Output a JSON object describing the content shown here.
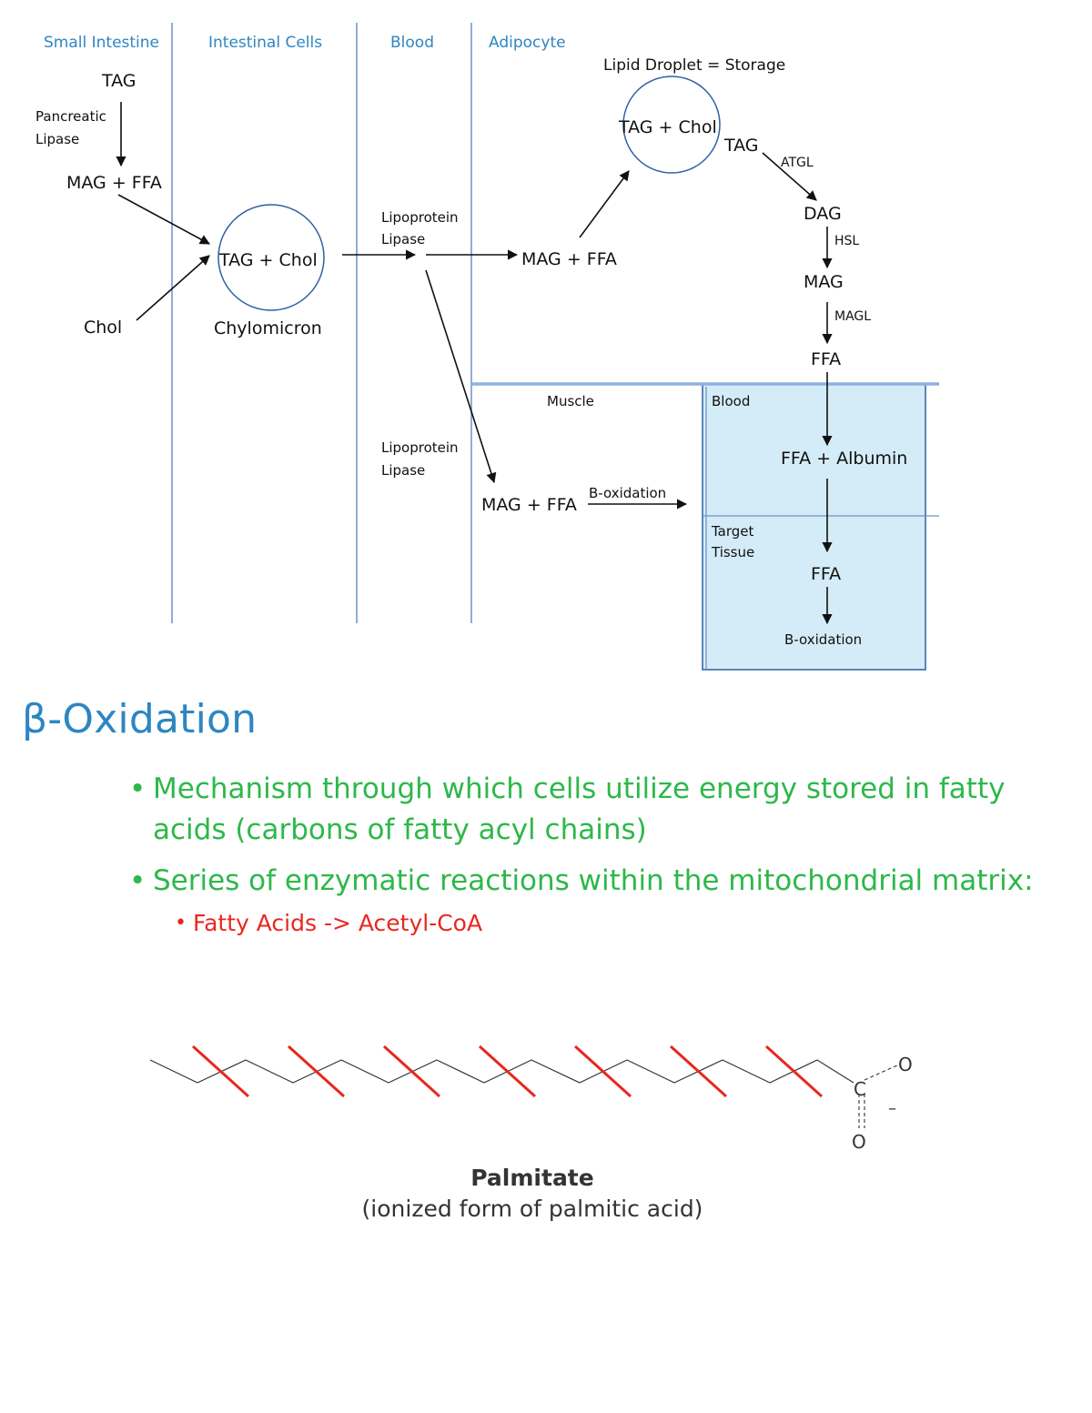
{
  "diagram": {
    "columns": [
      "Small Intestine",
      "Intestinal Cells",
      "Blood",
      "Adipocyte"
    ],
    "small_intestine": {
      "tag": "TAG",
      "enzyme": [
        "Pancreatic",
        "Lipase"
      ],
      "product": "MAG + FFA",
      "chol": "Chol"
    },
    "chylomicron": {
      "contents": "TAG + Chol",
      "label": "Chylomicron"
    },
    "blood": {
      "enzyme_upper": [
        "Lipoprotein",
        "Lipase"
      ],
      "enzyme_lower": [
        "Lipoprotein",
        "Lipase"
      ]
    },
    "adipocyte": {
      "uptake_product": "MAG + FFA",
      "droplet_label": "Lipid Droplet = Storage",
      "droplet_contents": "TAG + Chol",
      "cascade": [
        {
          "substrate": "TAG",
          "enzyme": "ATGL"
        },
        {
          "substrate": "DAG",
          "enzyme": "HSL"
        },
        {
          "substrate": "MAG",
          "enzyme": "MAGL"
        },
        {
          "substrate": "FFA",
          "enzyme": ""
        }
      ]
    },
    "muscle": {
      "label": "Muscle",
      "product": "MAG + FFA",
      "process": "B-oxidation"
    },
    "blood_box": {
      "label": "Blood",
      "complex": "FFA + Albumin"
    },
    "target_box": {
      "label": [
        "Target",
        "Tissue"
      ],
      "ffa": "FFA",
      "process": "B-oxidation"
    },
    "colors": {
      "column_line": "#6f90c8",
      "column_header": "#2e86c1",
      "box_fill": "#d4ecf7",
      "box_border": "#2f5fa6"
    }
  },
  "section": {
    "title": "β-Oxidation",
    "bullets": [
      {
        "text": "Mechanism through which cells utilize energy stored in fatty acids (carbons of fatty acyl chains)"
      },
      {
        "text": "Series of enzymatic reactions within the mitochondrial matrix:",
        "sub": [
          "Fatty Acids -> Acetyl-CoA"
        ]
      }
    ],
    "colors": {
      "title": "#2e86c1",
      "bullet": "#2db84a",
      "sub_bullet": "#e8271f",
      "cut_mark": "#e8271f"
    }
  },
  "palmitate": {
    "carboxyl_atoms": {
      "c": "C",
      "o_top": "O",
      "o_bottom": "O",
      "charge": "–"
    },
    "name": "Palmitate",
    "description": "(ionized form of palmitic acid)",
    "cut_count": 7
  }
}
